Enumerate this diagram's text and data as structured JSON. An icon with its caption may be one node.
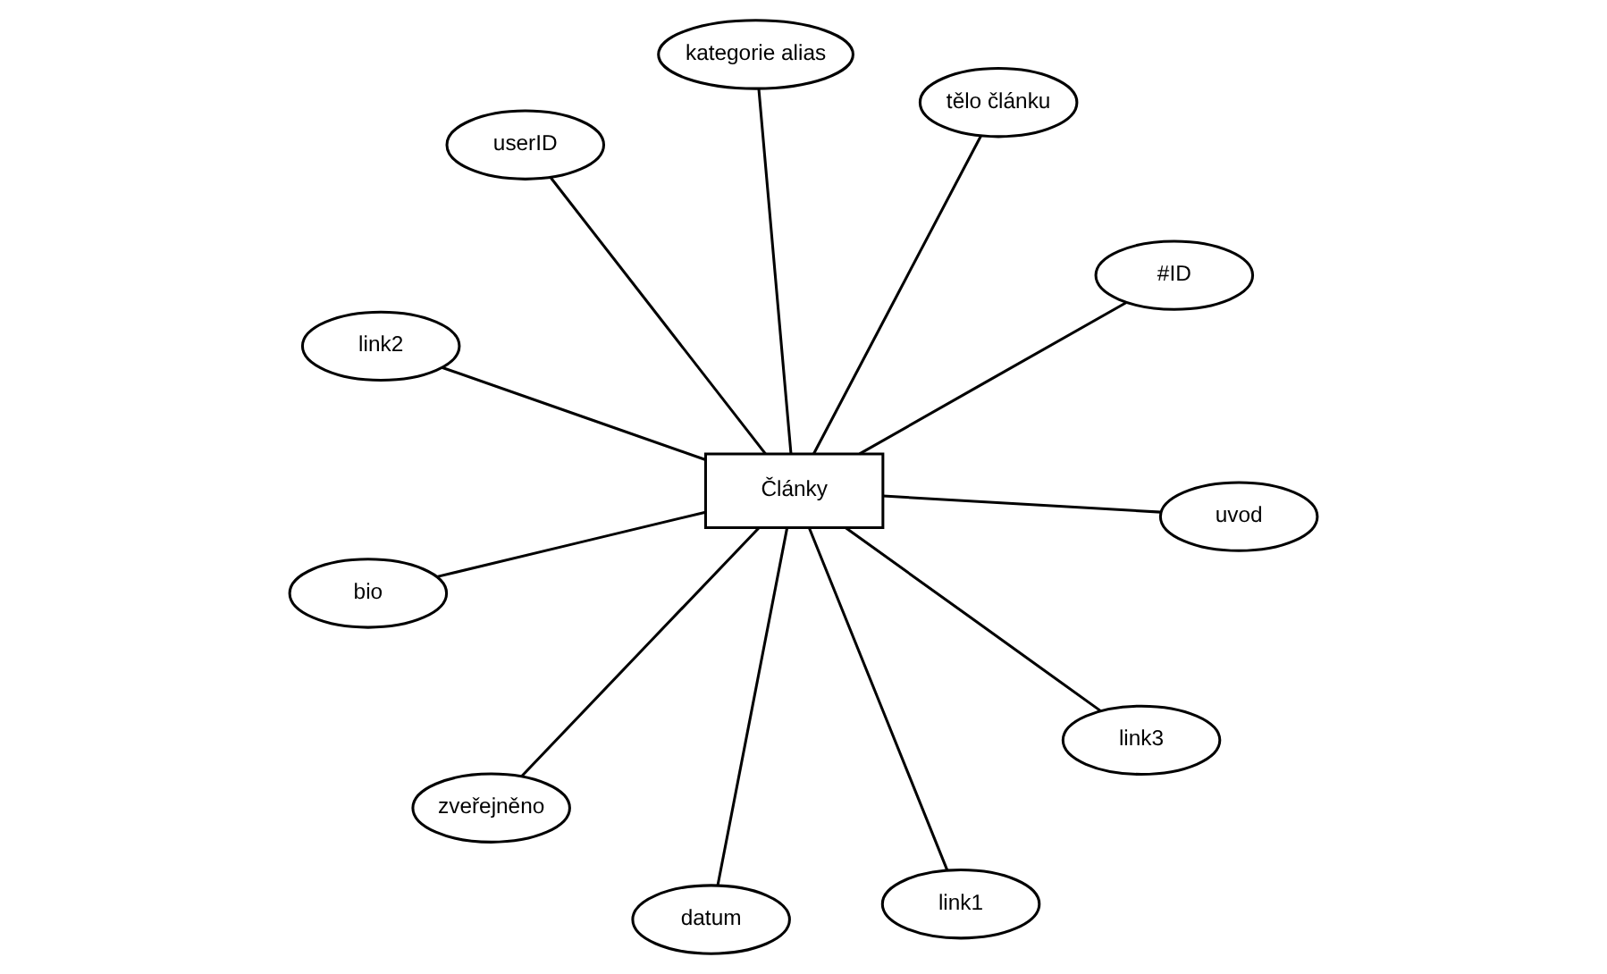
{
  "diagram": {
    "nodes": [
      {
        "text": [
          "Články"
        ]
      },
      {
        "text": [
          "#ID"
        ]
      },
      {
        "text": [
          "datum"
        ]
      },
      {
        "text": [
          "userID"
        ]
      },
      {
        "text": [
          "tělo článku"
        ]
      },
      {
        "text": [
          "kategorie alias"
        ]
      },
      {
        "text": [
          "bio"
        ]
      },
      {
        "text": [
          "uvod"
        ]
      },
      {
        "text": [
          "zveřejněno"
        ]
      },
      {
        "text": [
          "link1"
        ]
      },
      {
        "text": [
          "link3"
        ]
      },
      {
        "text": [
          "link2"
        ]
      }
    ],
    "edges": [
      {
        "from": 0,
        "to": 1,
        "arrow": "none"
      },
      {
        "from": 0,
        "to": 2,
        "arrow": "none"
      },
      {
        "from": 0,
        "to": 3,
        "arrow": "none"
      },
      {
        "from": 0,
        "to": 4,
        "arrow": "none"
      },
      {
        "from": 0,
        "to": 5,
        "arrow": "none"
      },
      {
        "from": 0,
        "to": 6,
        "arrow": "none"
      },
      {
        "from": 0,
        "to": 7,
        "arrow": "none"
      },
      {
        "from": 0,
        "to": 8,
        "arrow": "none"
      },
      {
        "from": 0,
        "to": 9,
        "arrow": "none"
      },
      {
        "from": 0,
        "to": 10,
        "arrow": "none"
      },
      {
        "from": 0,
        "to": 11,
        "arrow": "none"
      }
    ]
  }
}
